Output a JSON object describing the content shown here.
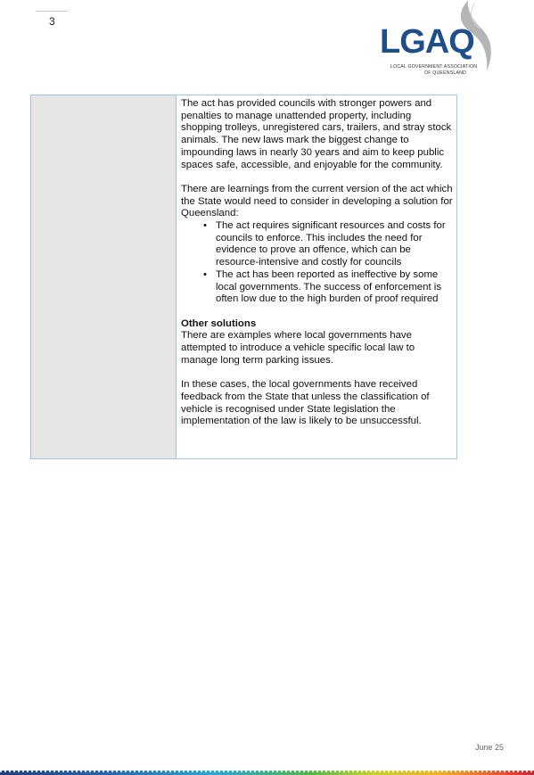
{
  "page": {
    "number": "3",
    "footer_date": "June 25"
  },
  "logo": {
    "word": "LGAQ",
    "line1": "LOCAL GOVERNMENT ASSOCIATION",
    "line2": "OF QUEENSLAND",
    "colors": {
      "primary": "#1f4f8b",
      "swoosh": "#9a9a9a"
    }
  },
  "content": {
    "para1": "The act has provided councils with stronger powers and penalties to manage unattended property, including shopping trolleys, unregistered cars, trailers, and stray stock animals. The new laws mark the biggest change to impounding laws in nearly 30 years and aim to keep public spaces safe, accessible, and enjoyable for the community.",
    "para2": "There are learnings from the current version of the act which the State would need to consider in developing a solution for Queensland:",
    "bullets": [
      "The act requires significant resources and costs for councils to enforce. This includes the need for evidence to prove an offence, which can be resource-intensive and costly for councils",
      "The act has been reported as ineffective by some local governments. The success of enforcement is often low due to the high burden of proof required"
    ],
    "heading": "Other solutions",
    "para3": "There are examples where local governments have attempted to introduce a vehicle specific local law to manage long term parking issues.",
    "para4": "In these cases, the local governments have received feedback from the State that unless the classification of vehicle is recognised under State legislation the implementation of the law is likely to be unsuccessful."
  },
  "colors": {
    "table_border": "#9ec5e8",
    "left_cell_fill": "#e6e6e6"
  }
}
